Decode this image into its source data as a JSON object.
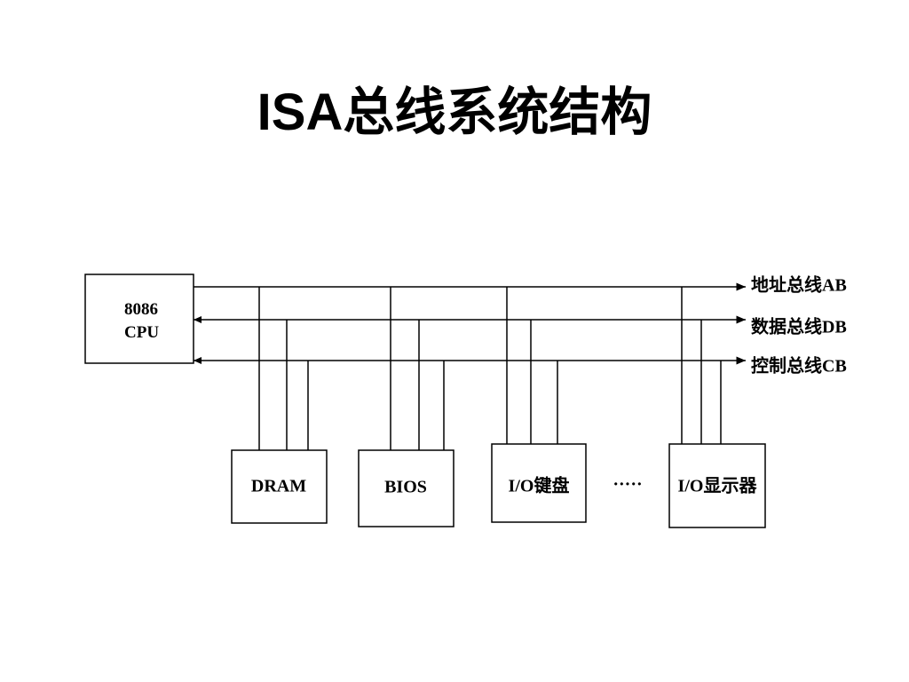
{
  "title": "ISA总线系统结构",
  "cpu": {
    "line1": "8086",
    "line2": "CPU"
  },
  "buses": {
    "address": "地址总线AB",
    "data": "数据总线DB",
    "control": "控制总线CB"
  },
  "devices": {
    "dram": "DRAM",
    "bios": "BIOS",
    "io_keyboard": "I/O键盘",
    "io_display": "I/O显示器"
  },
  "ellipsis": "·····",
  "colors": {
    "line": "#000000",
    "background": "#ffffff"
  }
}
